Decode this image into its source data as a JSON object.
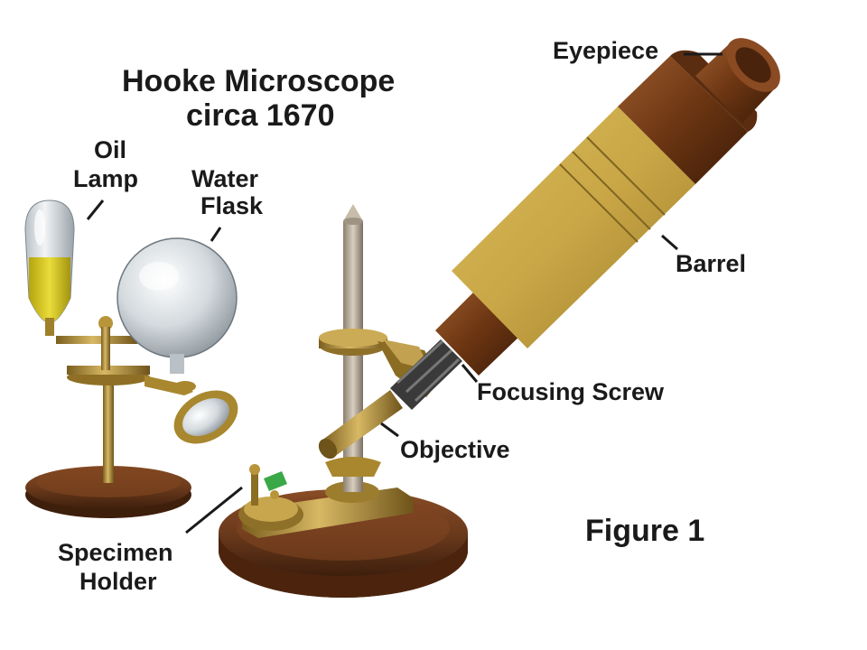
{
  "title": {
    "line1": "Hooke Microscope",
    "line2": "circa 1670"
  },
  "labels": {
    "eyepiece": "Eyepiece",
    "barrel": "Barrel",
    "focusing_screw": "Focusing Screw",
    "objective": "Objective",
    "oil_lamp_line1": "Oil",
    "oil_lamp_line2": "Lamp",
    "water_flask_line1": "Water",
    "water_flask_line2": "Flask",
    "specimen_holder_line1": "Specimen",
    "specimen_holder_line2": "Holder"
  },
  "figure_caption": "Figure 1",
  "colors": {
    "wood": "#6b3a1c",
    "brass": "#b8953a",
    "barrel_paper": "#c9a646",
    "glass": "#cfd6dc",
    "oil": "#d8c81e",
    "label_text": "#1a1a1a"
  }
}
